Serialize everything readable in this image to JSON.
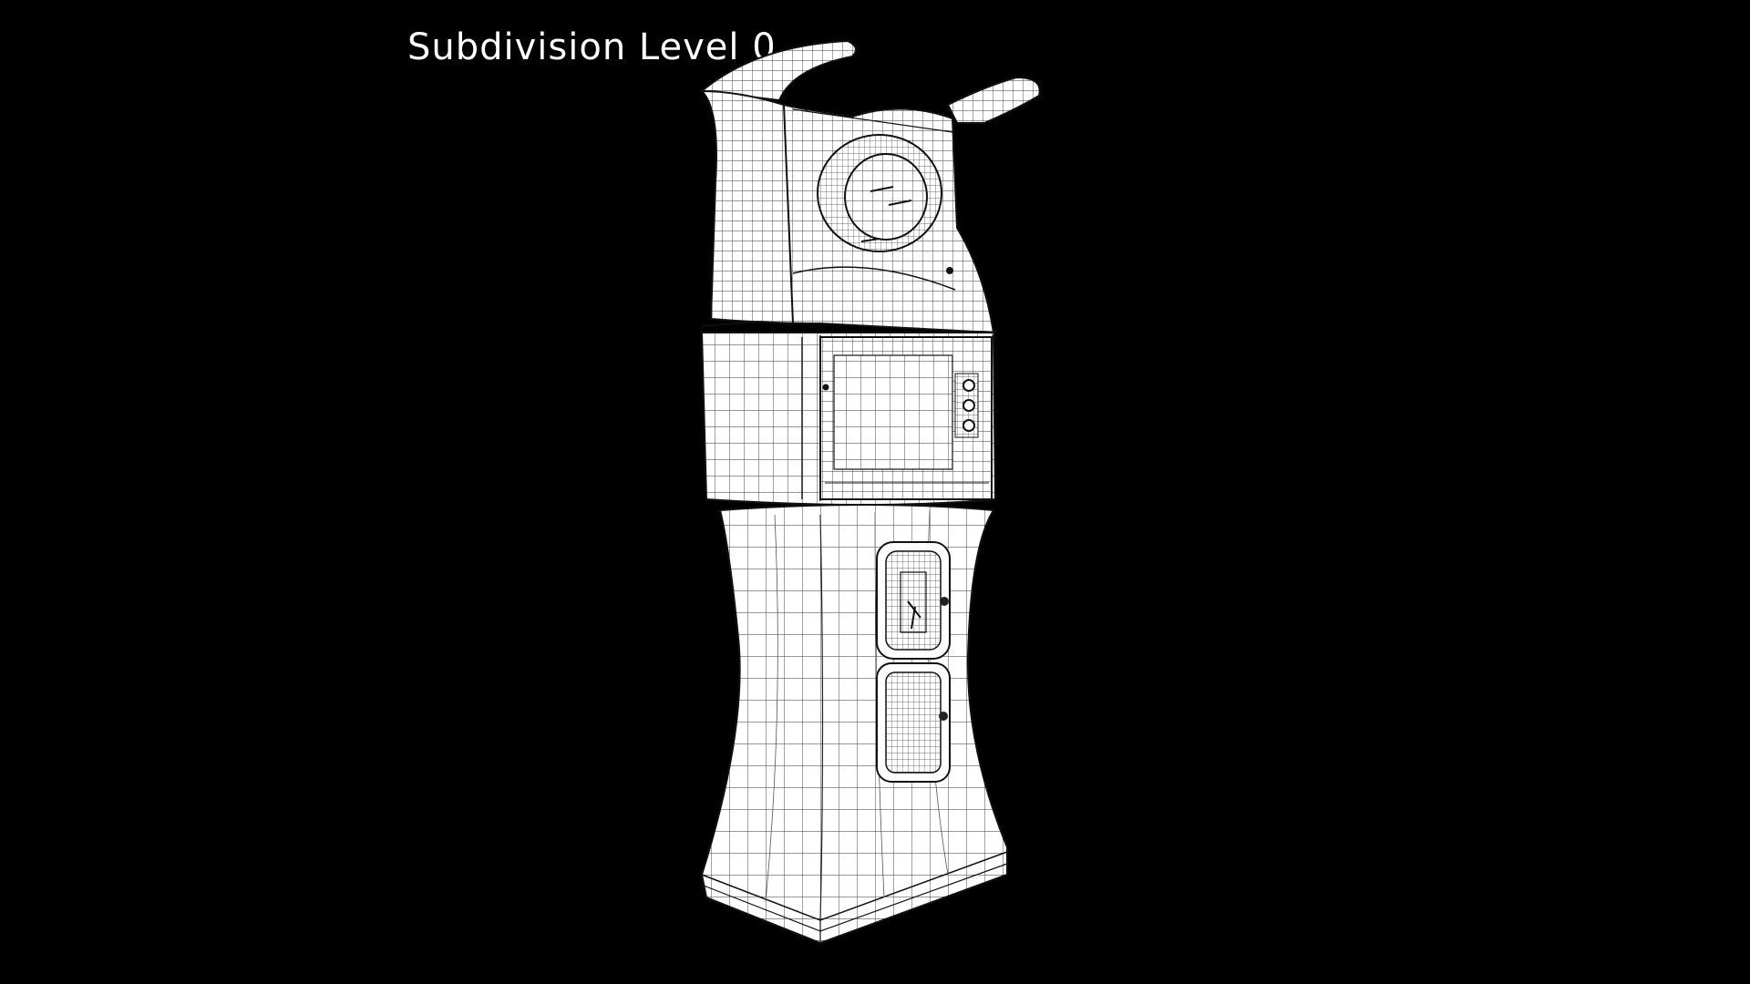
{
  "viewport": {
    "caption": "Subdivision Level 0",
    "background_color": "#000000",
    "wire_color": "#2a2a2a",
    "surface_color": "#ffffff"
  },
  "model": {
    "display_mode": "wireframe-on-shaded",
    "parts": [
      "head-with-arms",
      "speaker-ring",
      "middle-panel",
      "indicator-lights",
      "pedestal-base",
      "upper-service-door",
      "lower-service-door"
    ]
  }
}
